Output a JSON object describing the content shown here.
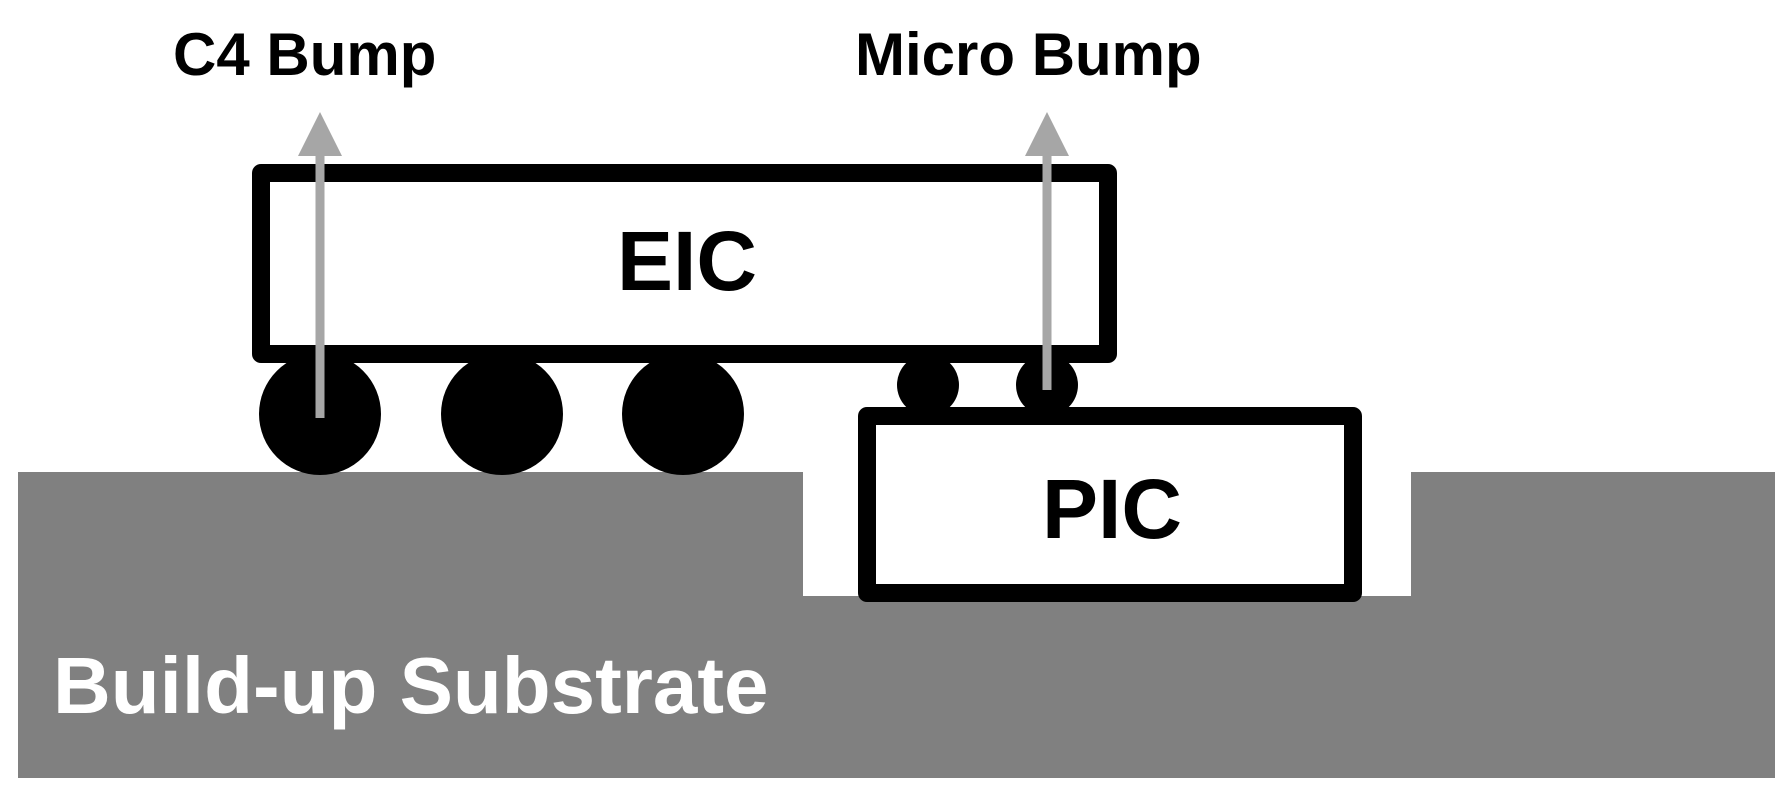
{
  "labels": {
    "c4_bump": "C4 Bump",
    "micro_bump": "Micro Bump",
    "eic": "EIC",
    "pic": "PIC",
    "substrate": "Build-up Substrate"
  },
  "colors": {
    "substrate": "#808080",
    "chip_fill": "#ffffff",
    "chip_border": "#000000",
    "bump": "#000000",
    "arrow": "#a6a6a6",
    "substrate_text": "#ffffff",
    "label_text": "#000000"
  }
}
